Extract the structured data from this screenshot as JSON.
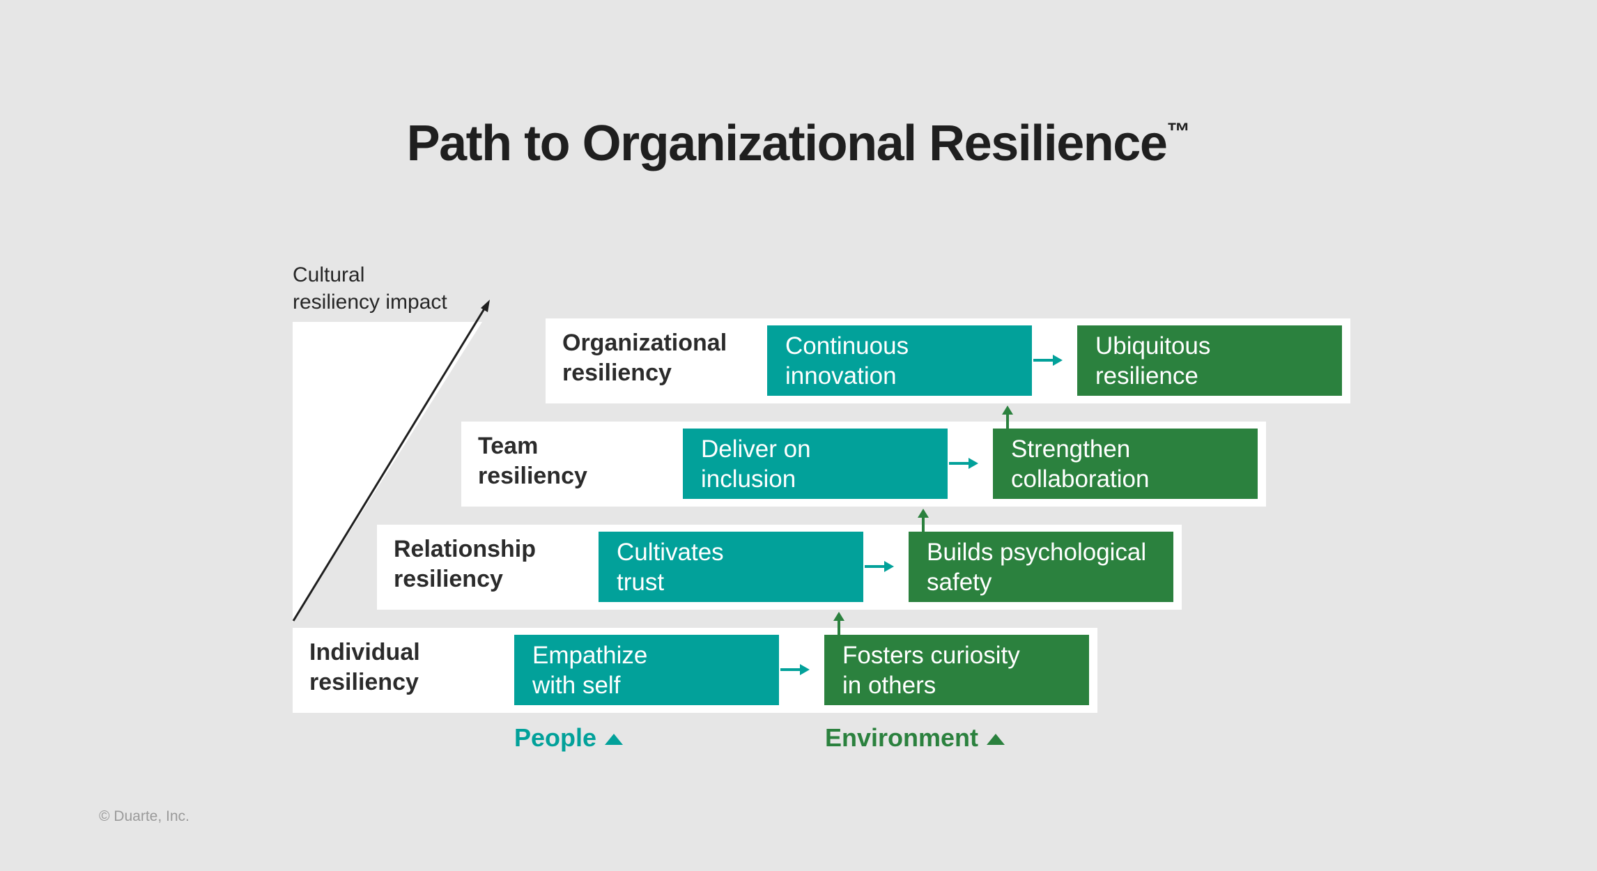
{
  "title": "Path to Organizational Resilience",
  "trademark": "™",
  "axis_label": [
    "Cultural",
    "resiliency impact"
  ],
  "tiers": [
    {
      "label": [
        "Individual",
        "resiliency"
      ],
      "people": [
        "Empathize",
        "with self"
      ],
      "environment": [
        "Fosters curiosity",
        "in others"
      ]
    },
    {
      "label": [
        "Relationship",
        "resiliency"
      ],
      "people": [
        "Cultivates",
        "trust"
      ],
      "environment": [
        "Builds psychological",
        "safety"
      ]
    },
    {
      "label": [
        "Team",
        "resiliency"
      ],
      "people": [
        "Deliver on",
        "inclusion"
      ],
      "environment": [
        "Strengthen",
        "collaboration"
      ]
    },
    {
      "label": [
        "Organizational",
        "resiliency"
      ],
      "people": [
        "Continuous",
        "innovation"
      ],
      "environment": [
        "Ubiquitous",
        "resilience"
      ]
    }
  ],
  "columns": {
    "people": "People",
    "environment": "Environment"
  },
  "copyright": "© Duarte, Inc.",
  "colors": {
    "teal": "#02a19a",
    "green": "#2b813e",
    "background": "#e6e6e6",
    "panel": "#ffffff"
  }
}
